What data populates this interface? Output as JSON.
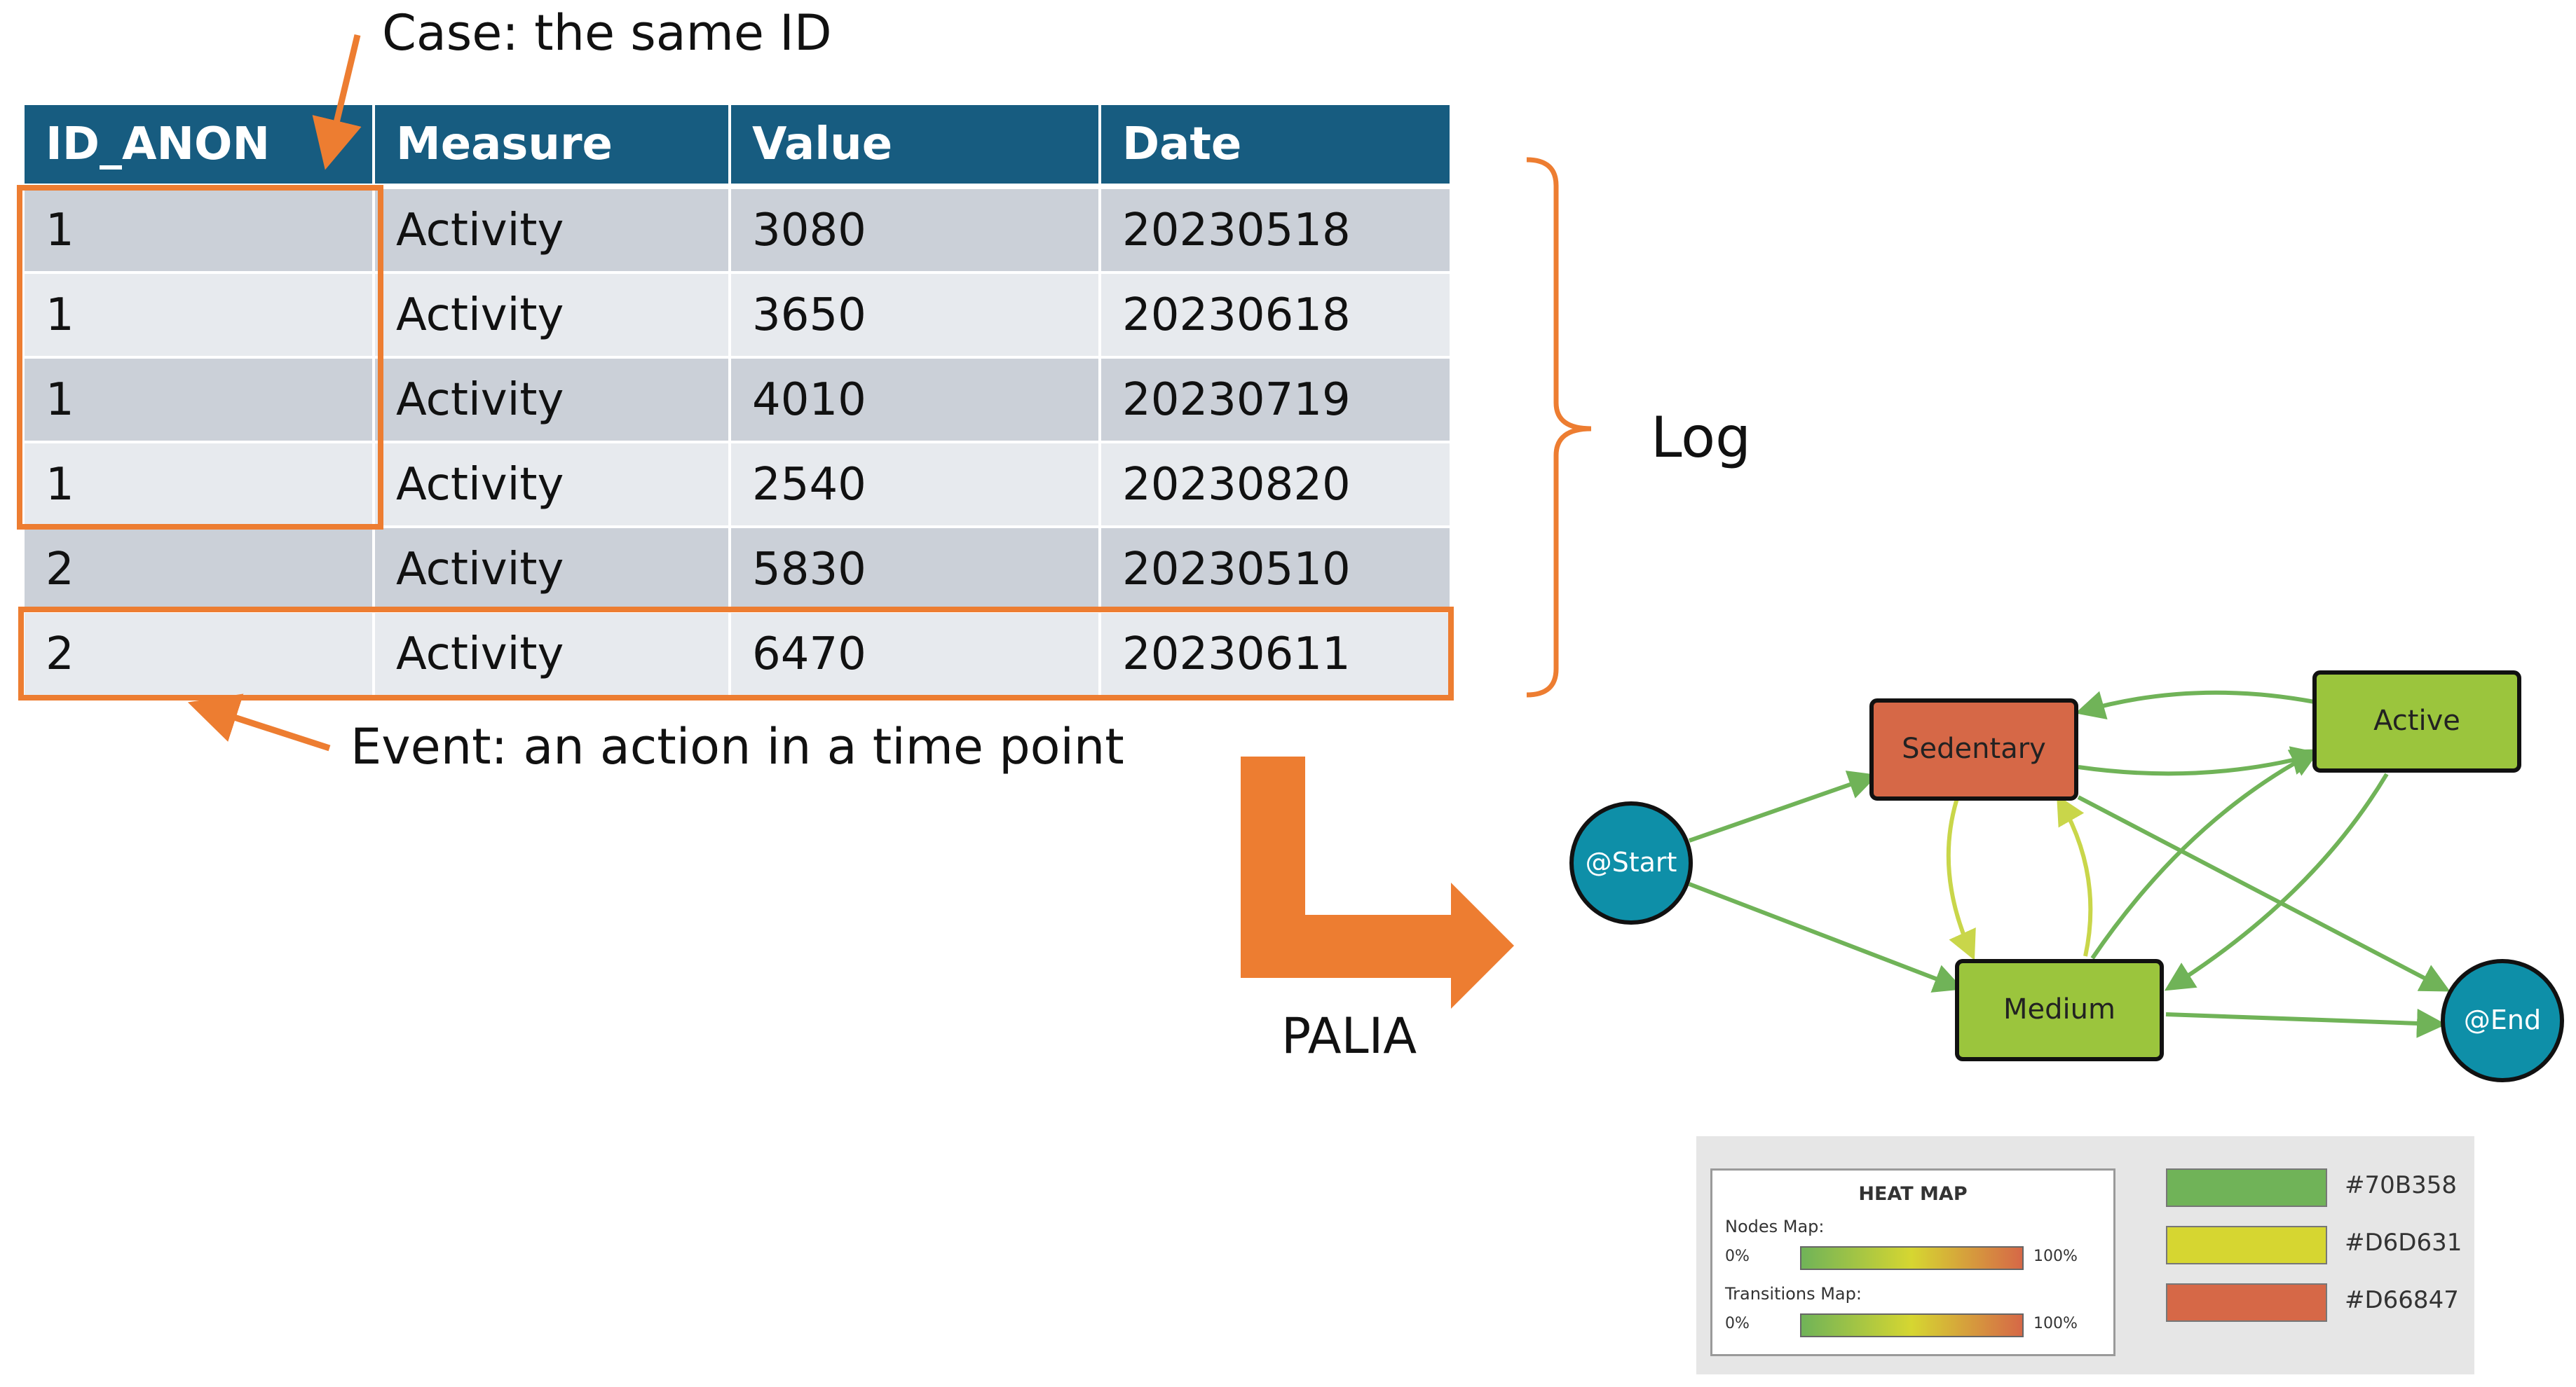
{
  "table": {
    "headers": [
      "ID_ANON",
      "Measure",
      "Value",
      "Date"
    ],
    "rows": [
      [
        "1",
        "Activity",
        "3080",
        "20230518"
      ],
      [
        "1",
        "Activity",
        "3650",
        "20230618"
      ],
      [
        "1",
        "Activity",
        "4010",
        "20230719"
      ],
      [
        "1",
        "Activity",
        "2540",
        "20230820"
      ],
      [
        "2",
        "Activity",
        "5830",
        "20230510"
      ],
      [
        "2",
        "Activity",
        "6470",
        "20230611"
      ]
    ]
  },
  "annotations": {
    "case": "Case: the same ID",
    "event": "Event: an action in a time point",
    "log": "Log",
    "palia": "PALIA"
  },
  "graph": {
    "nodes": {
      "start": "@Start",
      "sedentary": "Sedentary",
      "active": "Active",
      "medium": "Medium",
      "end": "@End"
    }
  },
  "heatmap": {
    "title": "HEAT MAP",
    "nodes_map_label": "Nodes Map:",
    "transitions_map_label": "Transitions Map:",
    "min_label": "0%",
    "max_label": "100%"
  },
  "color_legend": [
    "#70B358",
    "#D6D631",
    "#D66847"
  ],
  "colors": {
    "header": "#175C80",
    "highlight": "#ED7D31",
    "node_teal": "#0E8FA8",
    "node_green": "#9BC53D",
    "node_red": "#D66847"
  }
}
